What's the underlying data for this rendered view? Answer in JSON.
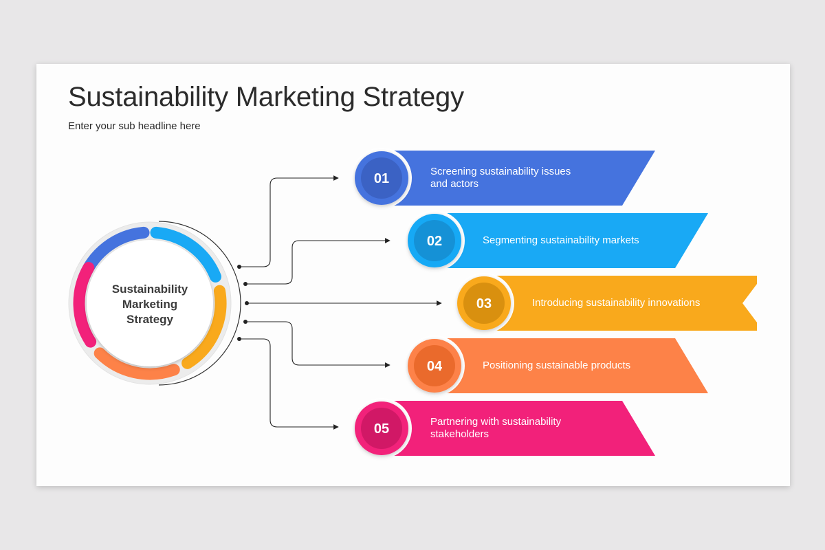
{
  "title": "Sustainability Marketing Strategy",
  "subtitle": "Enter your sub headline here",
  "hub": {
    "label": "Sustainability\nMarketing\nStrategy"
  },
  "steps": [
    {
      "number": "01",
      "label": "Screening sustainability issues\nand actors",
      "color": "#4573de",
      "dark": "#3b62c4"
    },
    {
      "number": "02",
      "label": "Segmenting sustainability markets",
      "color": "#19a9f5",
      "dark": "#1591d6"
    },
    {
      "number": "03",
      "label": "Introducing sustainability innovations",
      "color": "#f9a91c",
      "dark": "#d9900f"
    },
    {
      "number": "04",
      "label": "Positioning sustainable products",
      "color": "#fd8248",
      "dark": "#ea6a2c"
    },
    {
      "number": "05",
      "label": "Partnering with sustainability\nstakeholders",
      "color": "#f2217a",
      "dark": "#d11866"
    }
  ]
}
